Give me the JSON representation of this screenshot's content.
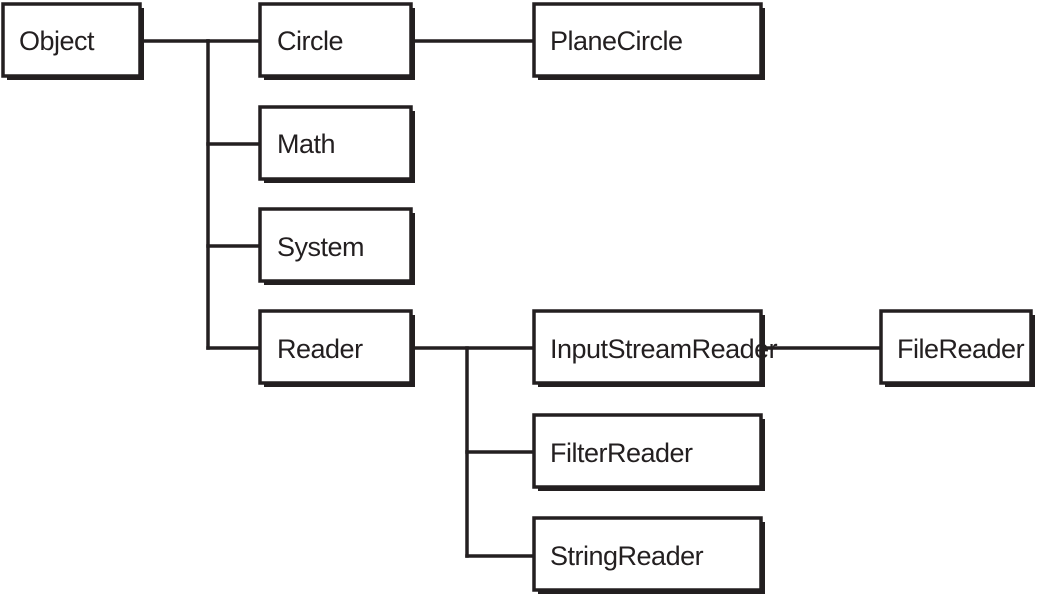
{
  "diagram": {
    "type": "class-hierarchy-tree",
    "nodes": {
      "object": "Object",
      "circle": "Circle",
      "plane_circle": "PlaneCircle",
      "math": "Math",
      "system": "System",
      "reader": "Reader",
      "input_stream_reader": "InputStreamReader",
      "file_reader": "FileReader",
      "filter_reader": "FilterReader",
      "string_reader": "StringReader"
    },
    "edges": [
      [
        "object",
        "circle"
      ],
      [
        "object",
        "math"
      ],
      [
        "object",
        "system"
      ],
      [
        "object",
        "reader"
      ],
      [
        "circle",
        "plane_circle"
      ],
      [
        "reader",
        "input_stream_reader"
      ],
      [
        "reader",
        "filter_reader"
      ],
      [
        "reader",
        "string_reader"
      ],
      [
        "input_stream_reader",
        "file_reader"
      ]
    ],
    "colors": {
      "stroke": "#231f20",
      "fill": "#ffffff"
    }
  }
}
